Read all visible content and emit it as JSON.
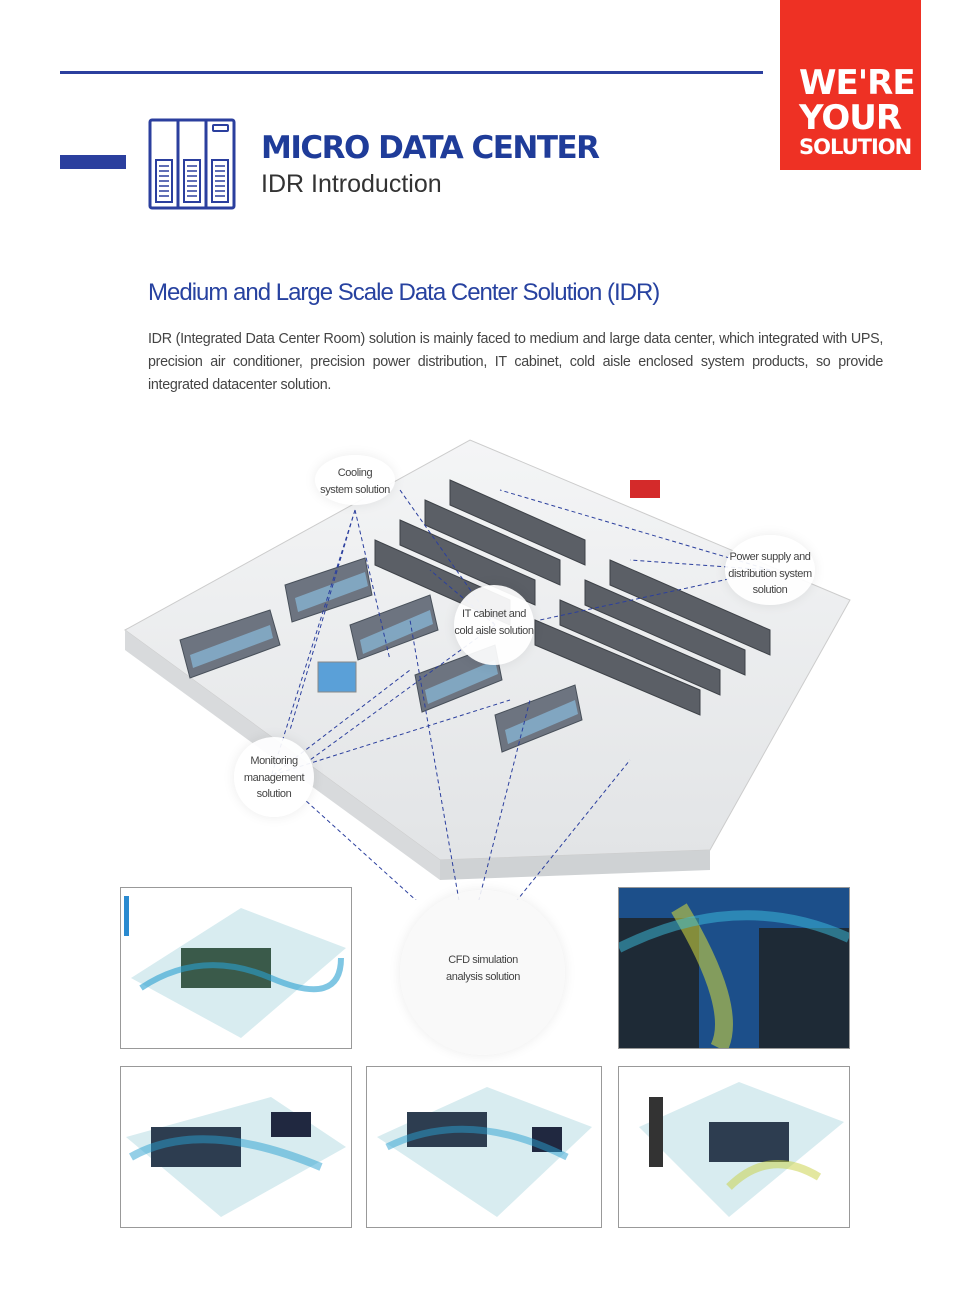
{
  "header": {
    "badge_lines": [
      "WE'RE",
      "YOUR",
      "SOLUTION"
    ],
    "title": "MICRO DATA CENTER",
    "subtitle": "IDR Introduction",
    "icon": "server-rack-icon"
  },
  "section": {
    "heading": "Medium and Large Scale Data Center Solution (IDR)",
    "paragraph": "IDR (Integrated Data Center Room) solution is mainly faced to medium and large data center, which integrated with UPS, precision air conditioner, precision power distribution, IT cabinet, cold aisle enclosed system products, so provide integrated datacenter solution."
  },
  "diagram": {
    "labels": {
      "cooling": [
        "Cooling",
        "system solution"
      ],
      "power": [
        "Power supply and",
        "distribution system",
        "solution"
      ],
      "it_cabinet": [
        "IT cabinet and",
        "cold aisle solution"
      ],
      "monitoring": [
        "Monitoring",
        "management",
        "solution"
      ],
      "cfd": [
        "CFD simulation",
        "analysis solution"
      ]
    }
  },
  "colors": {
    "brand_blue": "#2b3f9e",
    "badge_red": "#ee3124"
  }
}
